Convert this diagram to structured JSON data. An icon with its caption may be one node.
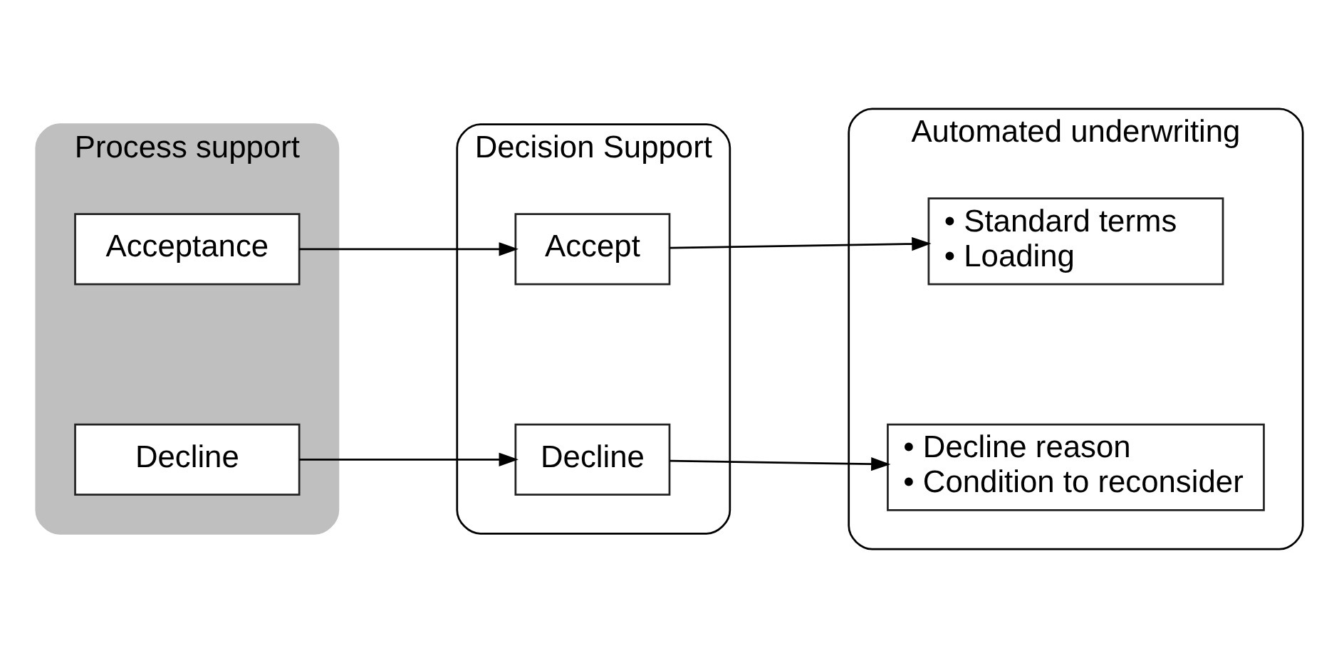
{
  "diagram": {
    "nodes": [
      {
        "text": [
          "Process support"
        ]
      },
      {
        "text": [
          "Acceptance"
        ],
        "in": 0
      },
      {
        "text": [
          "Decline"
        ],
        "in": 0
      },
      {
        "text": [
          "Decision Support"
        ]
      },
      {
        "text": [
          "Accept"
        ],
        "in": 3
      },
      {
        "text": [
          "Decline"
        ],
        "in": 3
      },
      {
        "text": [
          "Automated underwriting"
        ]
      },
      {
        "text": [
          "• Standard terms",
          "• Loading"
        ],
        "in": 6
      },
      {
        "text": [
          "• Decline reason",
          "• Condition to reconsider"
        ],
        "in": 6
      }
    ],
    "edges": [
      {
        "from": 1,
        "to": 4,
        "arrow": "to"
      },
      {
        "from": 4,
        "to": 7,
        "arrow": "to"
      },
      {
        "from": 2,
        "to": 5,
        "arrow": "to"
      },
      {
        "from": 5,
        "to": 8,
        "arrow": "to"
      }
    ]
  }
}
